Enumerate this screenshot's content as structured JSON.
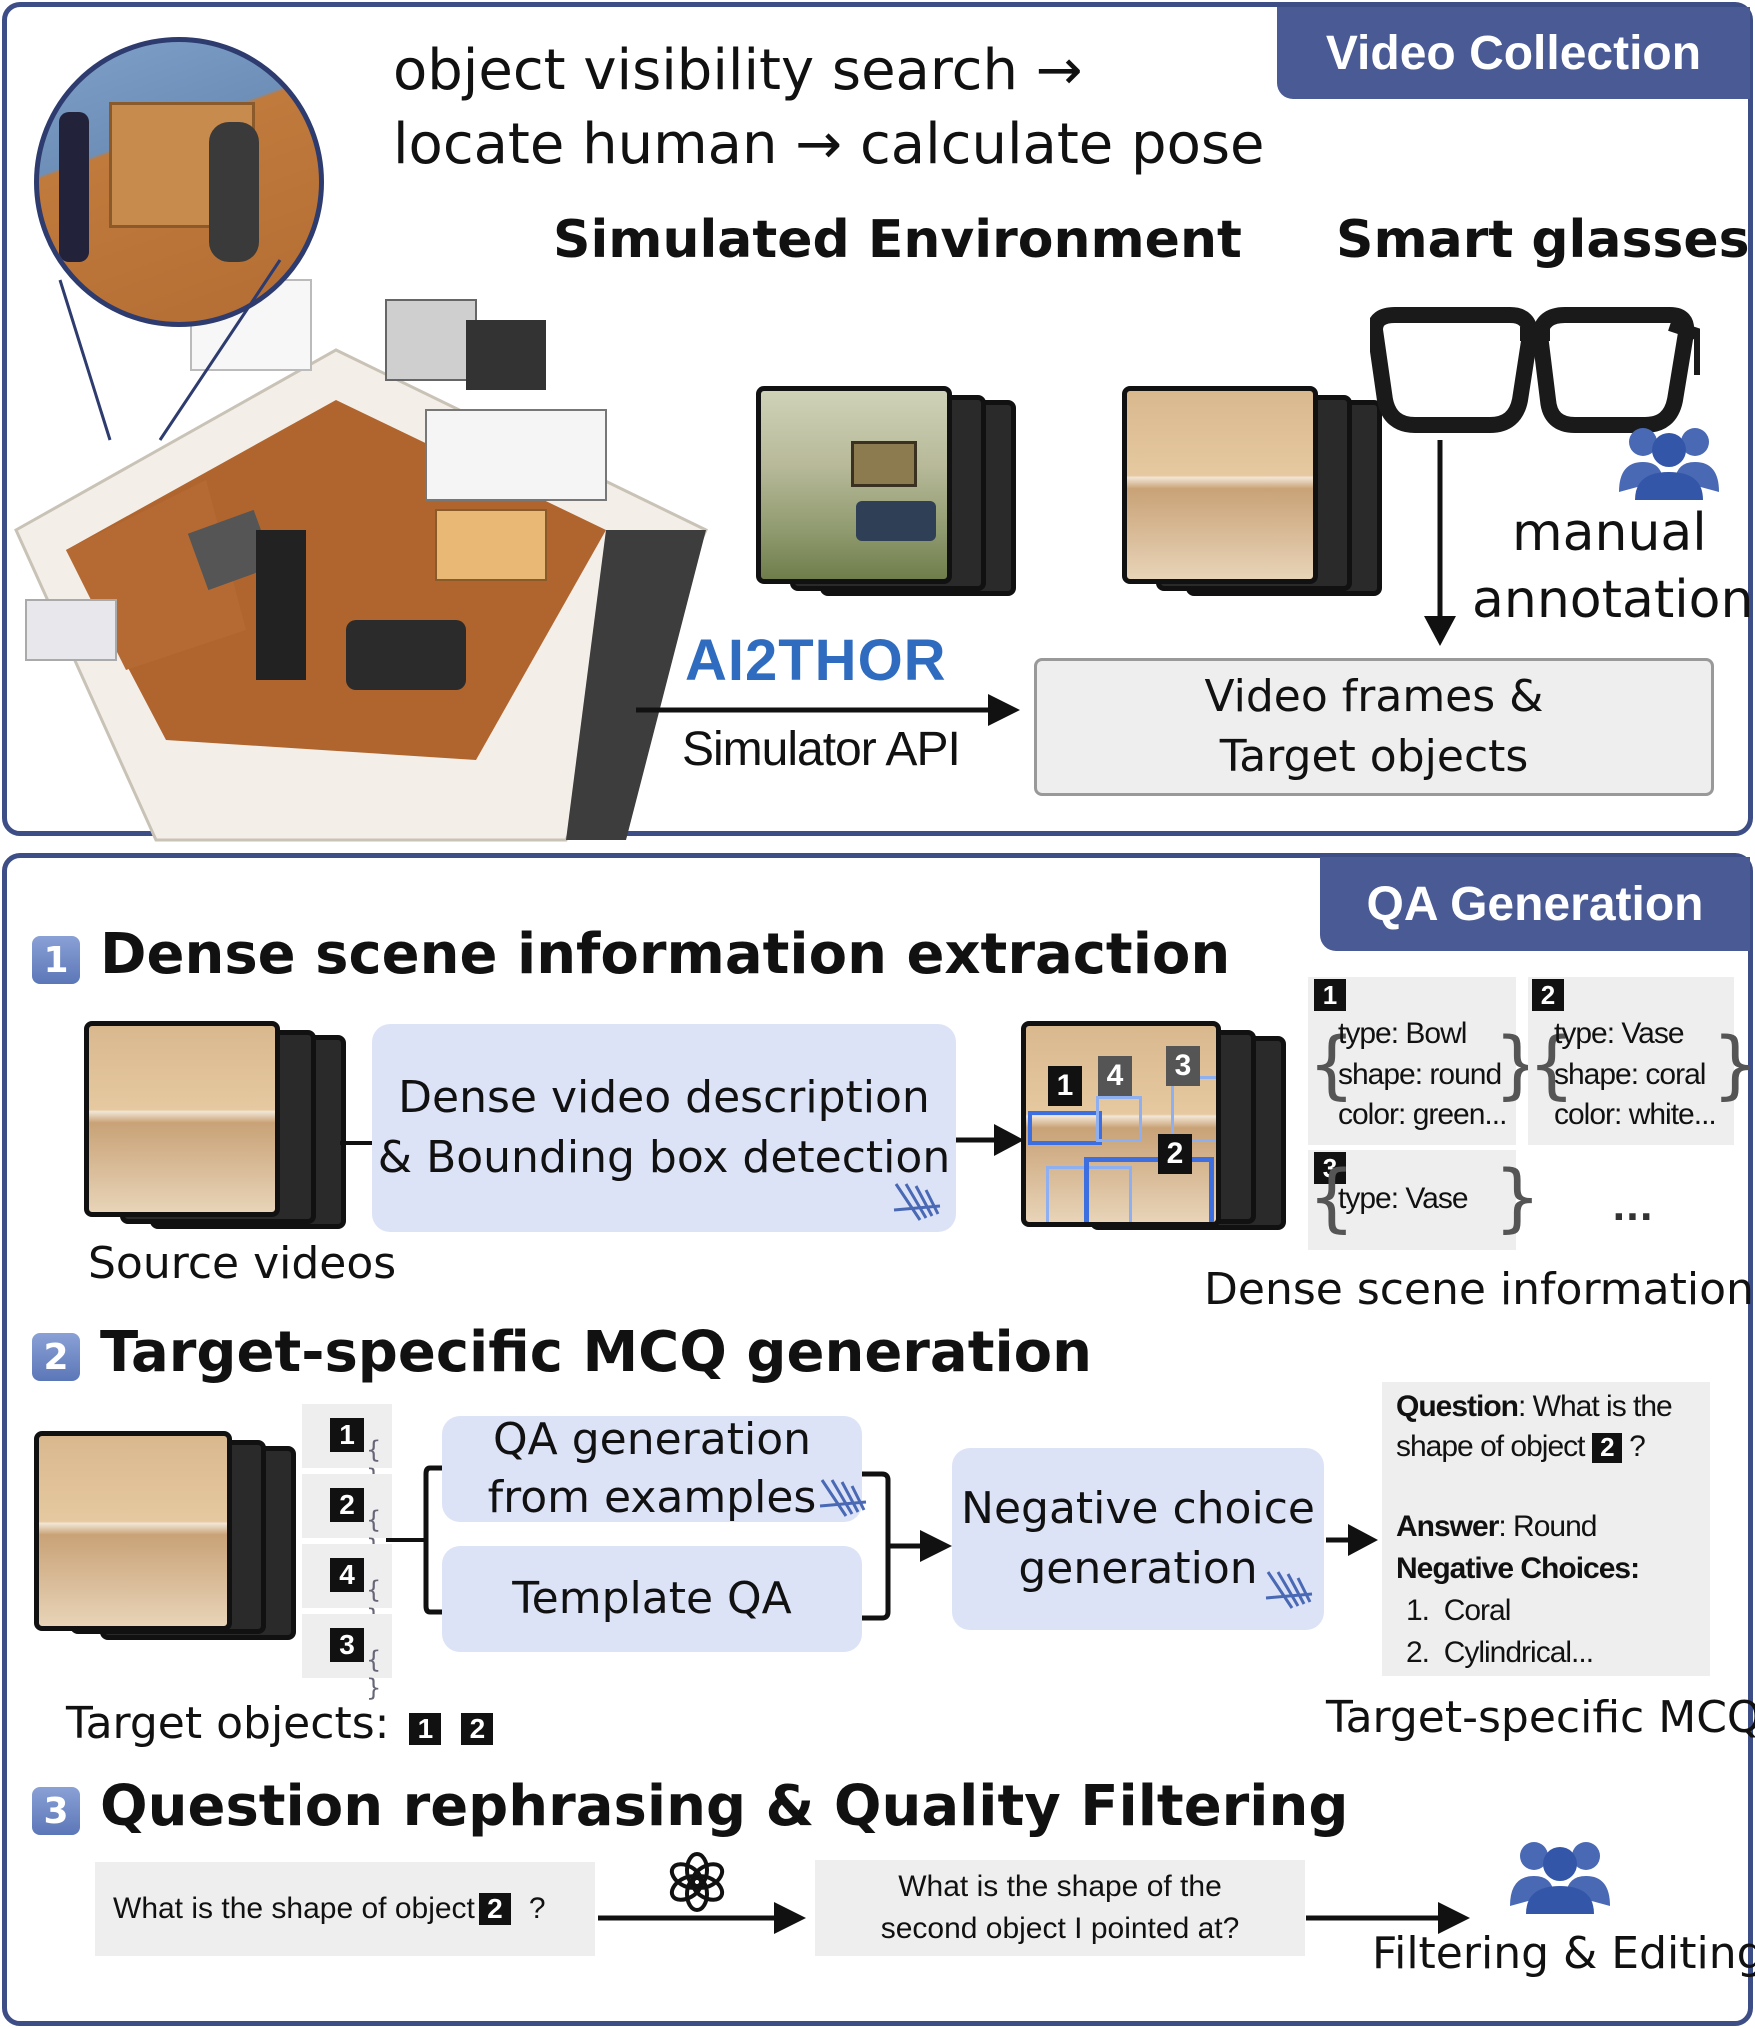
{
  "top": {
    "tab": "Video Collection",
    "pipeline_line1": "object visibility search →",
    "pipeline_line2": "locate human → calculate pose",
    "sim_heading": "Simulated Environment",
    "glasses_heading": "Smart glasses",
    "manual1": "manual",
    "manual2": "annotation",
    "ai2thor": "AI2THOR",
    "simapi": "Simulator API",
    "output1": "Video frames &",
    "output2": "Target objects"
  },
  "bottom": {
    "tab": "QA Generation",
    "s1": {
      "num": "1",
      "title": "Dense scene information extraction",
      "box1": "Dense video description",
      "box2": "& Bounding box detection",
      "source": "Source videos",
      "dense": "Dense scene information",
      "boxes": [
        "1",
        "4",
        "3",
        "2"
      ],
      "cards": [
        {
          "num": "1",
          "l1": "type: Bowl",
          "l2": "shape: round",
          "l3": "color: green..."
        },
        {
          "num": "2",
          "l1": "type: Vase",
          "l2": "shape: coral",
          "l3": "color: white..."
        },
        {
          "num": "3",
          "l1": "type: Vase"
        }
      ],
      "ellipsis": "..."
    },
    "s2": {
      "num": "2",
      "title": "Target-specific MCQ generation",
      "items": [
        "1",
        "2",
        "4",
        "3"
      ],
      "qa1": "QA generation",
      "qa2": "from examples",
      "template": "Template QA",
      "neg1": "Negative choice",
      "neg2": "generation",
      "targets_label": "Target objects:",
      "targets": [
        "1",
        "2"
      ],
      "q_label": "Question",
      "q_text1": ": What is the",
      "q_text2": "shape  of object",
      "q_obj": "2",
      "q_end": "?",
      "a_label": "Answer",
      "a_text": ": Round",
      "neg_label": "Negative Choices:",
      "neg_items": [
        "1.  Coral",
        "2.  Cylindrical..."
      ],
      "mcq_caption": "Target-specific MCQ"
    },
    "s3": {
      "num": "3",
      "title": "Question rephrasing & Quality Filtering",
      "q_before": "What is the shape of object",
      "q_obj": "2",
      "q_end": "?",
      "rephr1": "What is the shape of the",
      "rephr2": "second object I pointed at?",
      "filter": "Filtering & Editing"
    }
  },
  "colors": {
    "panel_border": "#3d4d86",
    "tab_bg": "#4a5a94",
    "box_fill": "#dde3f7",
    "highlight": "#3d6fe0"
  }
}
